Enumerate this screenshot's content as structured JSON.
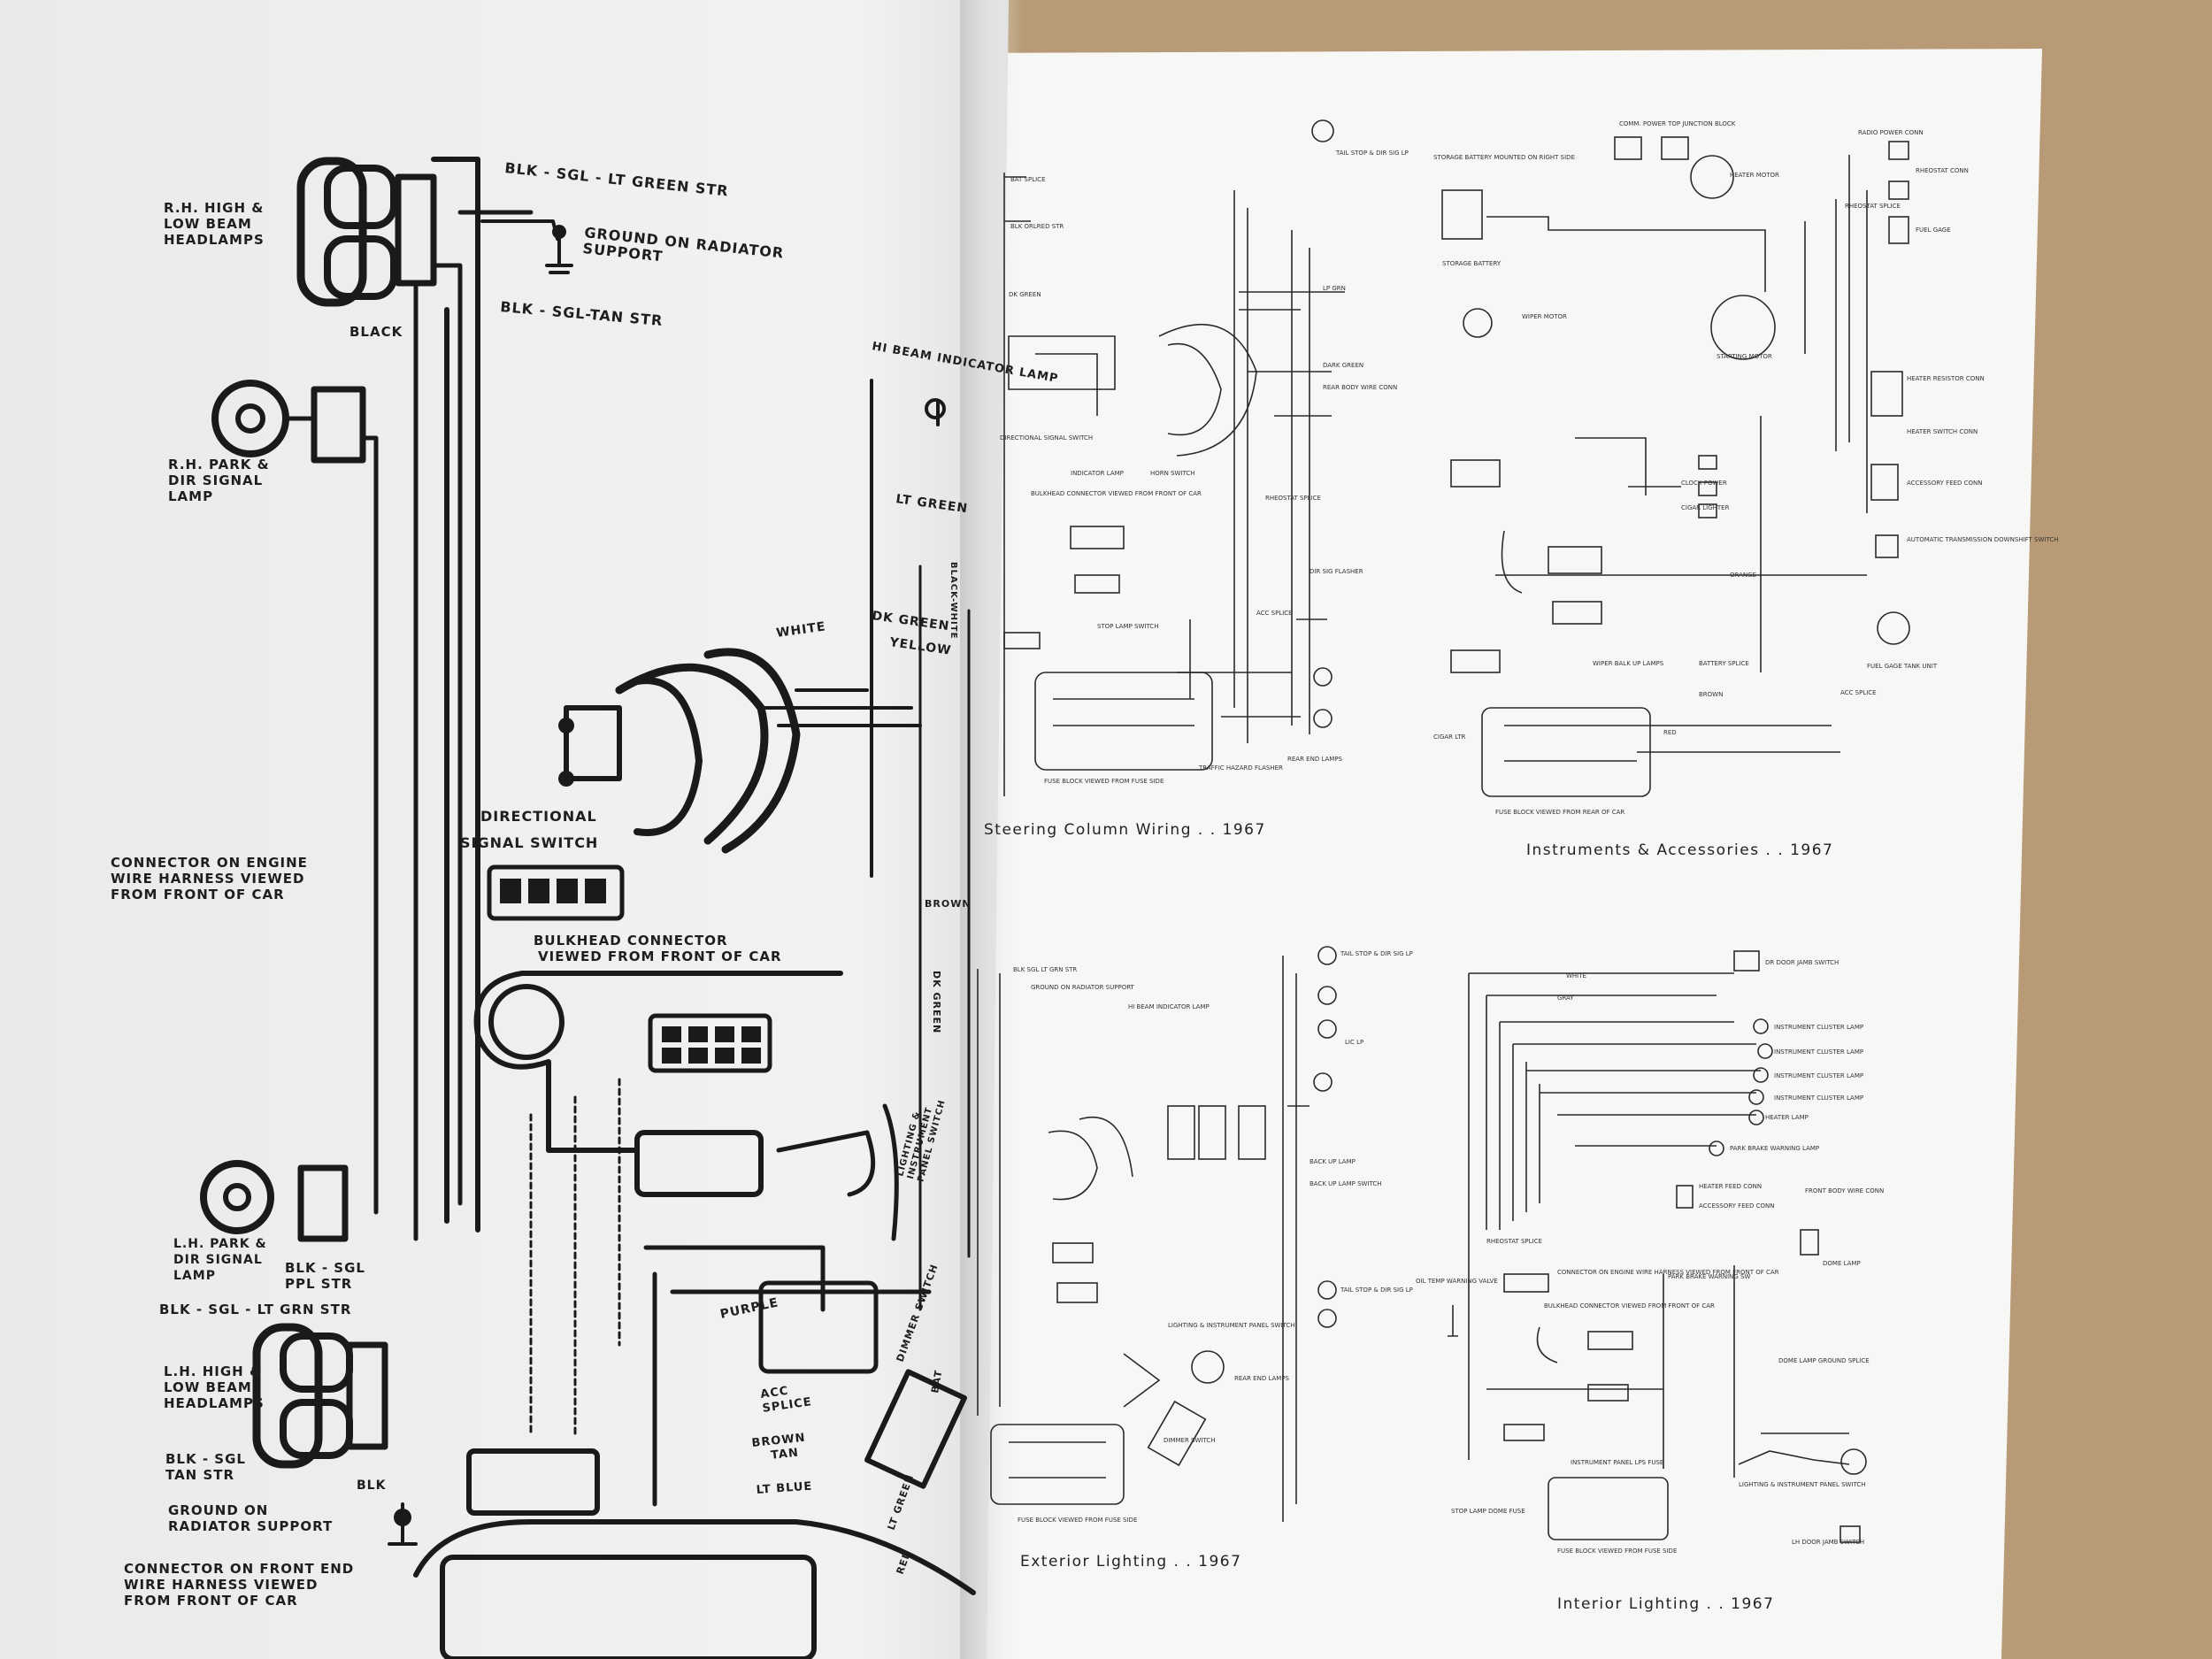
{
  "left_page": {
    "labels": {
      "rh_high_low": [
        "R.H. HIGH &",
        "LOW BEAM",
        "HEADLAMPS"
      ],
      "blk_sgl_lt_green": "BLK - SGL - LT GREEN STR",
      "ground_radiator": [
        "GROUND ON RADIATOR",
        "SUPPORT"
      ],
      "blk_sgl_tan": "BLK - SGL-TAN STR",
      "black_top": "BLACK",
      "rh_park": [
        "R.H. PARK &",
        "DIR SIGNAL",
        "LAMP"
      ],
      "hi_beam_indicator": "HI BEAM INDICATOR LAMP",
      "lt_green": "LT GREEN",
      "black_white": "BLACK-WHITE",
      "white": "WHITE",
      "dk_green": "DK GREEN",
      "yellow": "YELLOW",
      "directional": "DIRECTIONAL",
      "signal_switch": "SIGNAL SWITCH",
      "connector_engine": [
        "CONNECTOR ON ENGINE",
        "WIRE HARNESS VIEWED",
        "FROM FRONT OF CAR"
      ],
      "bulkhead": [
        "BULKHEAD CONNECTOR",
        "VIEWED FROM FRONT OF CAR"
      ],
      "brown": "BROWN",
      "dk_green_2": "DK GREEN",
      "lh_park": [
        "L.H. PARK &",
        "DIR SIGNAL",
        "LAMP"
      ],
      "blk_sgl_ppl": [
        "BLK - SGL",
        "PPL STR"
      ],
      "blk_sgl_lt_grn": "BLK - SGL - LT GRN STR",
      "lh_high_low": [
        "L.H. HIGH &",
        "LOW BEAM",
        "HEADLAMPS"
      ],
      "blk_sgl_tan_2": [
        "BLK - SGL",
        "TAN STR"
      ],
      "blk": "BLK",
      "ground_radiator_2": [
        "GROUND ON",
        "RADIATOR SUPPORT"
      ],
      "connector_front_end": [
        "CONNECTOR ON FRONT END",
        "WIRE HARNESS VIEWED",
        "FROM FRONT OF CAR"
      ],
      "purple": "PURPLE",
      "acc_splice": [
        "ACC",
        "SPLICE"
      ],
      "brown_tan": [
        "BROWN",
        "TAN"
      ],
      "lt_blue": "LT BLUE",
      "lighting_switch": [
        "LIGHTING &",
        "INSTRUMENT",
        "PANEL SWITCH"
      ],
      "dimmer_switch": "DIMMER SWITCH",
      "bat": "BAT",
      "lt_green_2": "LT GREEN",
      "red": "RED"
    }
  },
  "right_page": {
    "captions": {
      "steering": "Steering Column Wiring . . 1967",
      "instruments": "Instruments & Accessories . . 1967",
      "exterior": "Exterior Lighting . . 1967",
      "interior": "Interior Lighting . . 1967"
    },
    "steering_labels": [
      "BAT SPLICE",
      "BLK ORLRED STR",
      "DK GREEN",
      "TAIL STOP & DIR SIG LP",
      "LP GRN",
      "DARK GREEN",
      "REAR BODY WIRE CONN",
      "DIRECTIONAL SIGNAL SWITCH",
      "INDICATOR LAMP",
      "HORN SWITCH",
      "BULKHEAD CONNECTOR VIEWED FROM FRONT OF CAR",
      "RHEOSTAT SPLICE",
      "DIR SIG FLASHER",
      "STOP LAMP SWITCH",
      "ACC SPLICE",
      "FUSE BLOCK VIEWED FROM FUSE SIDE",
      "TRAFFIC HAZARD FLASHER",
      "REAR END LAMPS"
    ],
    "instruments_labels": [
      "COMM. POWER TOP JUNCTION BLOCK",
      "RADIO POWER CONN",
      "STORAGE BATTERY MOUNTED ON RIGHT SIDE",
      "HEATER MOTOR",
      "RHEOSTAT CONN",
      "RHEOSTAT SPLICE",
      "FUEL GAGE",
      "STORAGE BATTERY",
      "WIPER MOTOR",
      "HEATER RESISTOR CONN",
      "HEATER SWITCH CONN",
      "STARTING MOTOR",
      "CLOCK POWER",
      "CIGAR LIGHTER",
      "ACCESSORY FEED CONN",
      "AUTOMATIC TRANSMISSION DOWNSHIFT SWITCH",
      "ORANGE",
      "BATTERY SPLICE",
      "WIPER BALK UP LAMPS",
      "FUEL GAGE TANK UNIT",
      "ACC SPLICE",
      "CIGAR LTR",
      "FUSE BLOCK VIEWED FROM REAR OF CAR",
      "RED",
      "BROWN"
    ],
    "exterior_labels": [
      "BLK SGL LT GRN STR",
      "GROUND ON RADIATOR SUPPORT",
      "HI BEAM INDICATOR LAMP",
      "TAIL STOP & DIR SIG LP",
      "LIC LP",
      "BACK UP LAMP",
      "BACK UP LAMP SWITCH",
      "LIGHTING & INSTRUMENT PANEL SWITCH",
      "DIMMER SWITCH",
      "TAIL STOP & DIR SIG LP",
      "FUSE BLOCK VIEWED FROM FUSE SIDE",
      "REAR END LAMPS"
    ],
    "interior_labels": [
      "WHITE",
      "GRAY",
      "DR DOOR JAMB SWITCH",
      "INSTRUMENT CLUSTER LAMP",
      "INSTRUMENT CLUSTER LAMP",
      "INSTRUMENT CLUSTER LAMP",
      "INSTRUMENT CLUSTER LAMP",
      "HEATER LAMP",
      "PARK BRAKE WARNING LAMP",
      "HEATER FEED CONN",
      "FRONT BODY WIRE CONN",
      "ACCESSORY FEED CONN",
      "RHEOSTAT SPLICE",
      "DOME LAMP",
      "OIL TEMP WARNING VALVE",
      "CONNECTOR ON ENGINE WIRE HARNESS VIEWED FROM FRONT OF CAR",
      "PARK BRAKE WARNING SW",
      "BULKHEAD CONNECTOR VIEWED FROM FRONT OF CAR",
      "DOME LAMP GROUND SPLICE",
      "INSTRUMENT PANEL LPS FUSE",
      "STOP LAMP DOME FUSE",
      "FUSE BLOCK VIEWED FROM FUSE SIDE",
      "LIGHTING & INSTRUMENT PANEL SWITCH",
      "LH DOOR JAMB SWITCH"
    ]
  }
}
